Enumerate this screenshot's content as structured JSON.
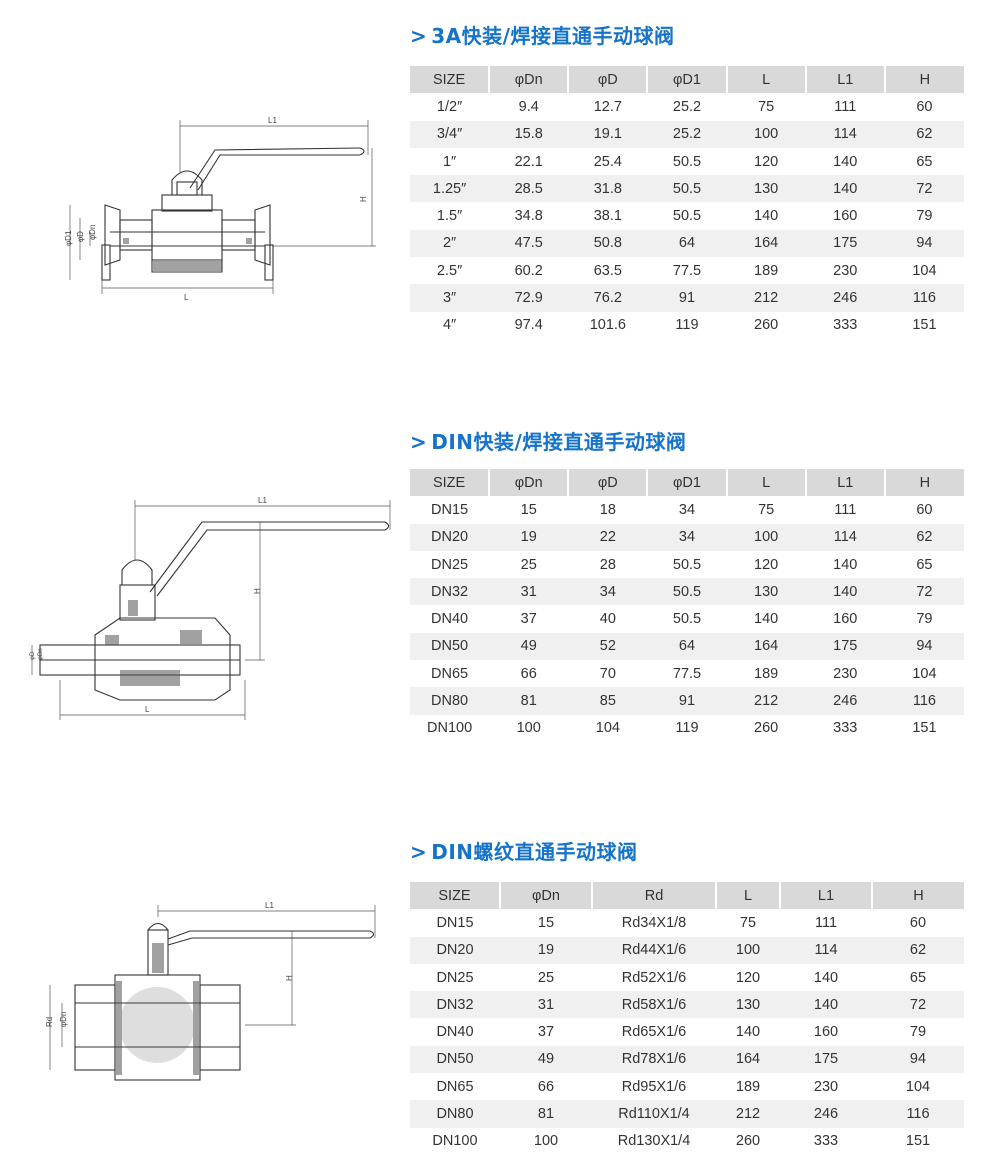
{
  "sections": [
    {
      "title": "3A快装/焊接直通手动球阀",
      "headers": [
        "SIZE",
        "φDn",
        "φD",
        "φD1",
        "L",
        "L1",
        "H"
      ],
      "rows": [
        [
          "1/2″",
          "9.4",
          "12.7",
          "25.2",
          "75",
          "111",
          "60"
        ],
        [
          "3/4″",
          "15.8",
          "19.1",
          "25.2",
          "100",
          "114",
          "62"
        ],
        [
          "1″",
          "22.1",
          "25.4",
          "50.5",
          "120",
          "140",
          "65"
        ],
        [
          "1.25″",
          "28.5",
          "31.8",
          "50.5",
          "130",
          "140",
          "72"
        ],
        [
          "1.5″",
          "34.8",
          "38.1",
          "50.5",
          "140",
          "160",
          "79"
        ],
        [
          "2″",
          "47.5",
          "50.8",
          "64",
          "164",
          "175",
          "94"
        ],
        [
          "2.5″",
          "60.2",
          "63.5",
          "77.5",
          "189",
          "230",
          "104"
        ],
        [
          "3″",
          "72.9",
          "76.2",
          "91",
          "212",
          "246",
          "116"
        ],
        [
          "4″",
          "97.4",
          "101.6",
          "119",
          "260",
          "333",
          "151"
        ]
      ],
      "drawing_labels": {
        "l1": "L1",
        "h": "H",
        "l": "L",
        "d1": "φD1",
        "d": "φD",
        "dn": "φDn"
      }
    },
    {
      "title": "DIN快装/焊接直通手动球阀",
      "headers": [
        "SIZE",
        "φDn",
        "φD",
        "φD1",
        "L",
        "L1",
        "H"
      ],
      "rows": [
        [
          "DN15",
          "15",
          "18",
          "34",
          "75",
          "111",
          "60"
        ],
        [
          "DN20",
          "19",
          "22",
          "34",
          "100",
          "114",
          "62"
        ],
        [
          "DN25",
          "25",
          "28",
          "50.5",
          "120",
          "140",
          "65"
        ],
        [
          "DN32",
          "31",
          "34",
          "50.5",
          "130",
          "140",
          "72"
        ],
        [
          "DN40",
          "37",
          "40",
          "50.5",
          "140",
          "160",
          "79"
        ],
        [
          "DN50",
          "49",
          "52",
          "64",
          "164",
          "175",
          "94"
        ],
        [
          "DN65",
          "66",
          "70",
          "77.5",
          "189",
          "230",
          "104"
        ],
        [
          "DN80",
          "81",
          "85",
          "91",
          "212",
          "246",
          "116"
        ],
        [
          "DN100",
          "100",
          "104",
          "119",
          "260",
          "333",
          "151"
        ]
      ],
      "drawing_labels": {
        "l1": "L1",
        "h": "H",
        "l": "L",
        "d": "φD",
        "dn": "φDn"
      }
    },
    {
      "title": "DIN螺纹直通手动球阀",
      "headers": [
        "SIZE",
        "φDn",
        "Rd",
        "L",
        "L1",
        "H"
      ],
      "rows": [
        [
          "DN15",
          "15",
          "Rd34X1/8",
          "75",
          "111",
          "60"
        ],
        [
          "DN20",
          "19",
          "Rd44X1/6",
          "100",
          "114",
          "62"
        ],
        [
          "DN25",
          "25",
          "Rd52X1/6",
          "120",
          "140",
          "65"
        ],
        [
          "DN32",
          "31",
          "Rd58X1/6",
          "130",
          "140",
          "72"
        ],
        [
          "DN40",
          "37",
          "Rd65X1/6",
          "140",
          "160",
          "79"
        ],
        [
          "DN50",
          "49",
          "Rd78X1/6",
          "164",
          "175",
          "94"
        ],
        [
          "DN65",
          "66",
          "Rd95X1/6",
          "189",
          "230",
          "104"
        ],
        [
          "DN80",
          "81",
          "Rd110X1/4",
          "212",
          "246",
          "116"
        ],
        [
          "DN100",
          "100",
          "Rd130X1/4",
          "260",
          "333",
          "151"
        ]
      ],
      "drawing_labels": {
        "l1": "L1",
        "h": "H",
        "rd": "Rd",
        "dn": "φDn"
      }
    }
  ]
}
